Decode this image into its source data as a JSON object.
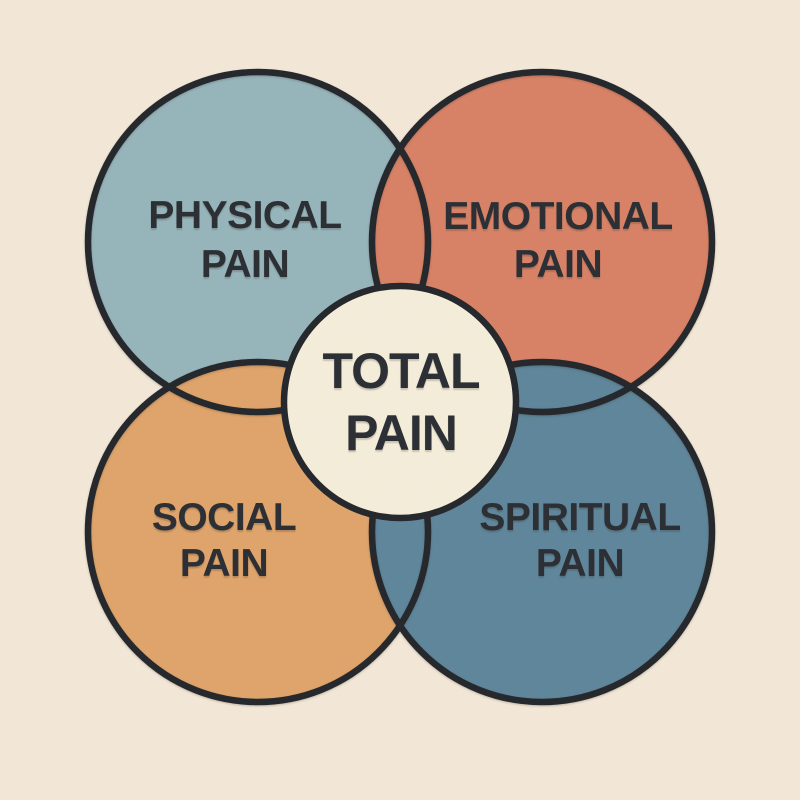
{
  "page": {
    "title": "Total Pain Venn Diagram",
    "background_color": "#f3e8d7"
  },
  "diagram": {
    "type": "venn-4-circle",
    "outline_color": "#24272b",
    "label_color": "#2b2f34",
    "center": {
      "name": "total-pain",
      "line1": "TOTAL",
      "line2": "PAIN",
      "fill": "#f4edda"
    },
    "circles": [
      {
        "name": "physical-pain",
        "line1": "PHYSICAL",
        "line2": "PAIN",
        "fill": "#96b5bb",
        "position": "top-left"
      },
      {
        "name": "emotional-pain",
        "line1": "EMOTIONAL",
        "line2": "PAIN",
        "fill": "#d88266",
        "position": "top-right"
      },
      {
        "name": "social-pain",
        "line1": "SOCIAL",
        "line2": "PAIN",
        "fill": "#dfa46b",
        "position": "bottom-left"
      },
      {
        "name": "spiritual-pain",
        "line1": "SPIRITUAL",
        "line2": "PAIN",
        "fill": "#5f869b",
        "position": "bottom-right"
      }
    ]
  }
}
